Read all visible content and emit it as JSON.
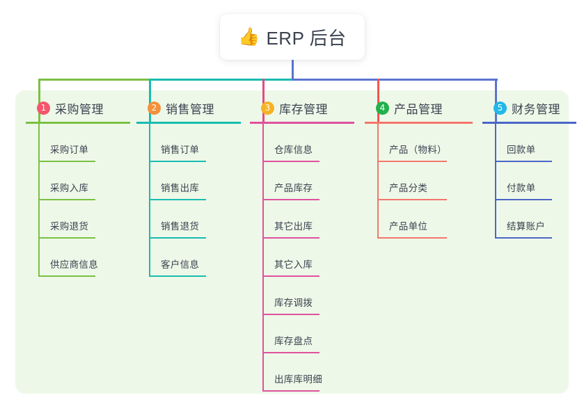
{
  "root": {
    "icon": "thumbs-up-icon",
    "icon_glyph": "👍",
    "title": "ERP 后台"
  },
  "panel": {
    "background": "#eef8e8"
  },
  "columns": [
    {
      "number": "1",
      "title": "采购管理",
      "badge_color": "#f4566b",
      "rule_color": "#7ac143",
      "branch_color": "#7ac143",
      "items": [
        {
          "label": "采购订单"
        },
        {
          "label": "采购入库"
        },
        {
          "label": "采购退货"
        },
        {
          "label": "供应商信息"
        }
      ]
    },
    {
      "number": "2",
      "title": "销售管理",
      "badge_color": "#f5903a",
      "rule_color": "#18bcb0",
      "branch_color": "#18bcb0",
      "items": [
        {
          "label": "销售订单"
        },
        {
          "label": "销售出库"
        },
        {
          "label": "销售退货"
        },
        {
          "label": "客户信息"
        }
      ]
    },
    {
      "number": "3",
      "title": "库存管理",
      "badge_color": "#f5b324",
      "rule_color": "#e0519f",
      "branch_color": "#e64a80",
      "items": [
        {
          "label": "仓库信息"
        },
        {
          "label": "产品库存"
        },
        {
          "label": "其它出库"
        },
        {
          "label": "其它入库"
        },
        {
          "label": "库存调拨"
        },
        {
          "label": "库存盘点"
        },
        {
          "label": "出库库明细"
        }
      ]
    },
    {
      "number": "4",
      "title": "产品管理",
      "badge_color": "#21b24b",
      "rule_color": "#f4766c",
      "branch_color": "#f4554e",
      "items": [
        {
          "label": "产品（物料）"
        },
        {
          "label": "产品分类"
        },
        {
          "label": "产品单位"
        }
      ]
    },
    {
      "number": "5",
      "title": "财务管理",
      "badge_color": "#22b8e8",
      "rule_color": "#4a66c8",
      "branch_color": "#5b74cf",
      "items": [
        {
          "label": "回款单"
        },
        {
          "label": "付款单"
        },
        {
          "label": "结算账户"
        }
      ]
    }
  ],
  "connectors": {
    "root_stem_color": "#5b74cf",
    "bus_segments": [
      {
        "color": "#7ac143"
      },
      {
        "color": "#18bcb0"
      },
      {
        "color": "#5b74cf"
      }
    ]
  }
}
